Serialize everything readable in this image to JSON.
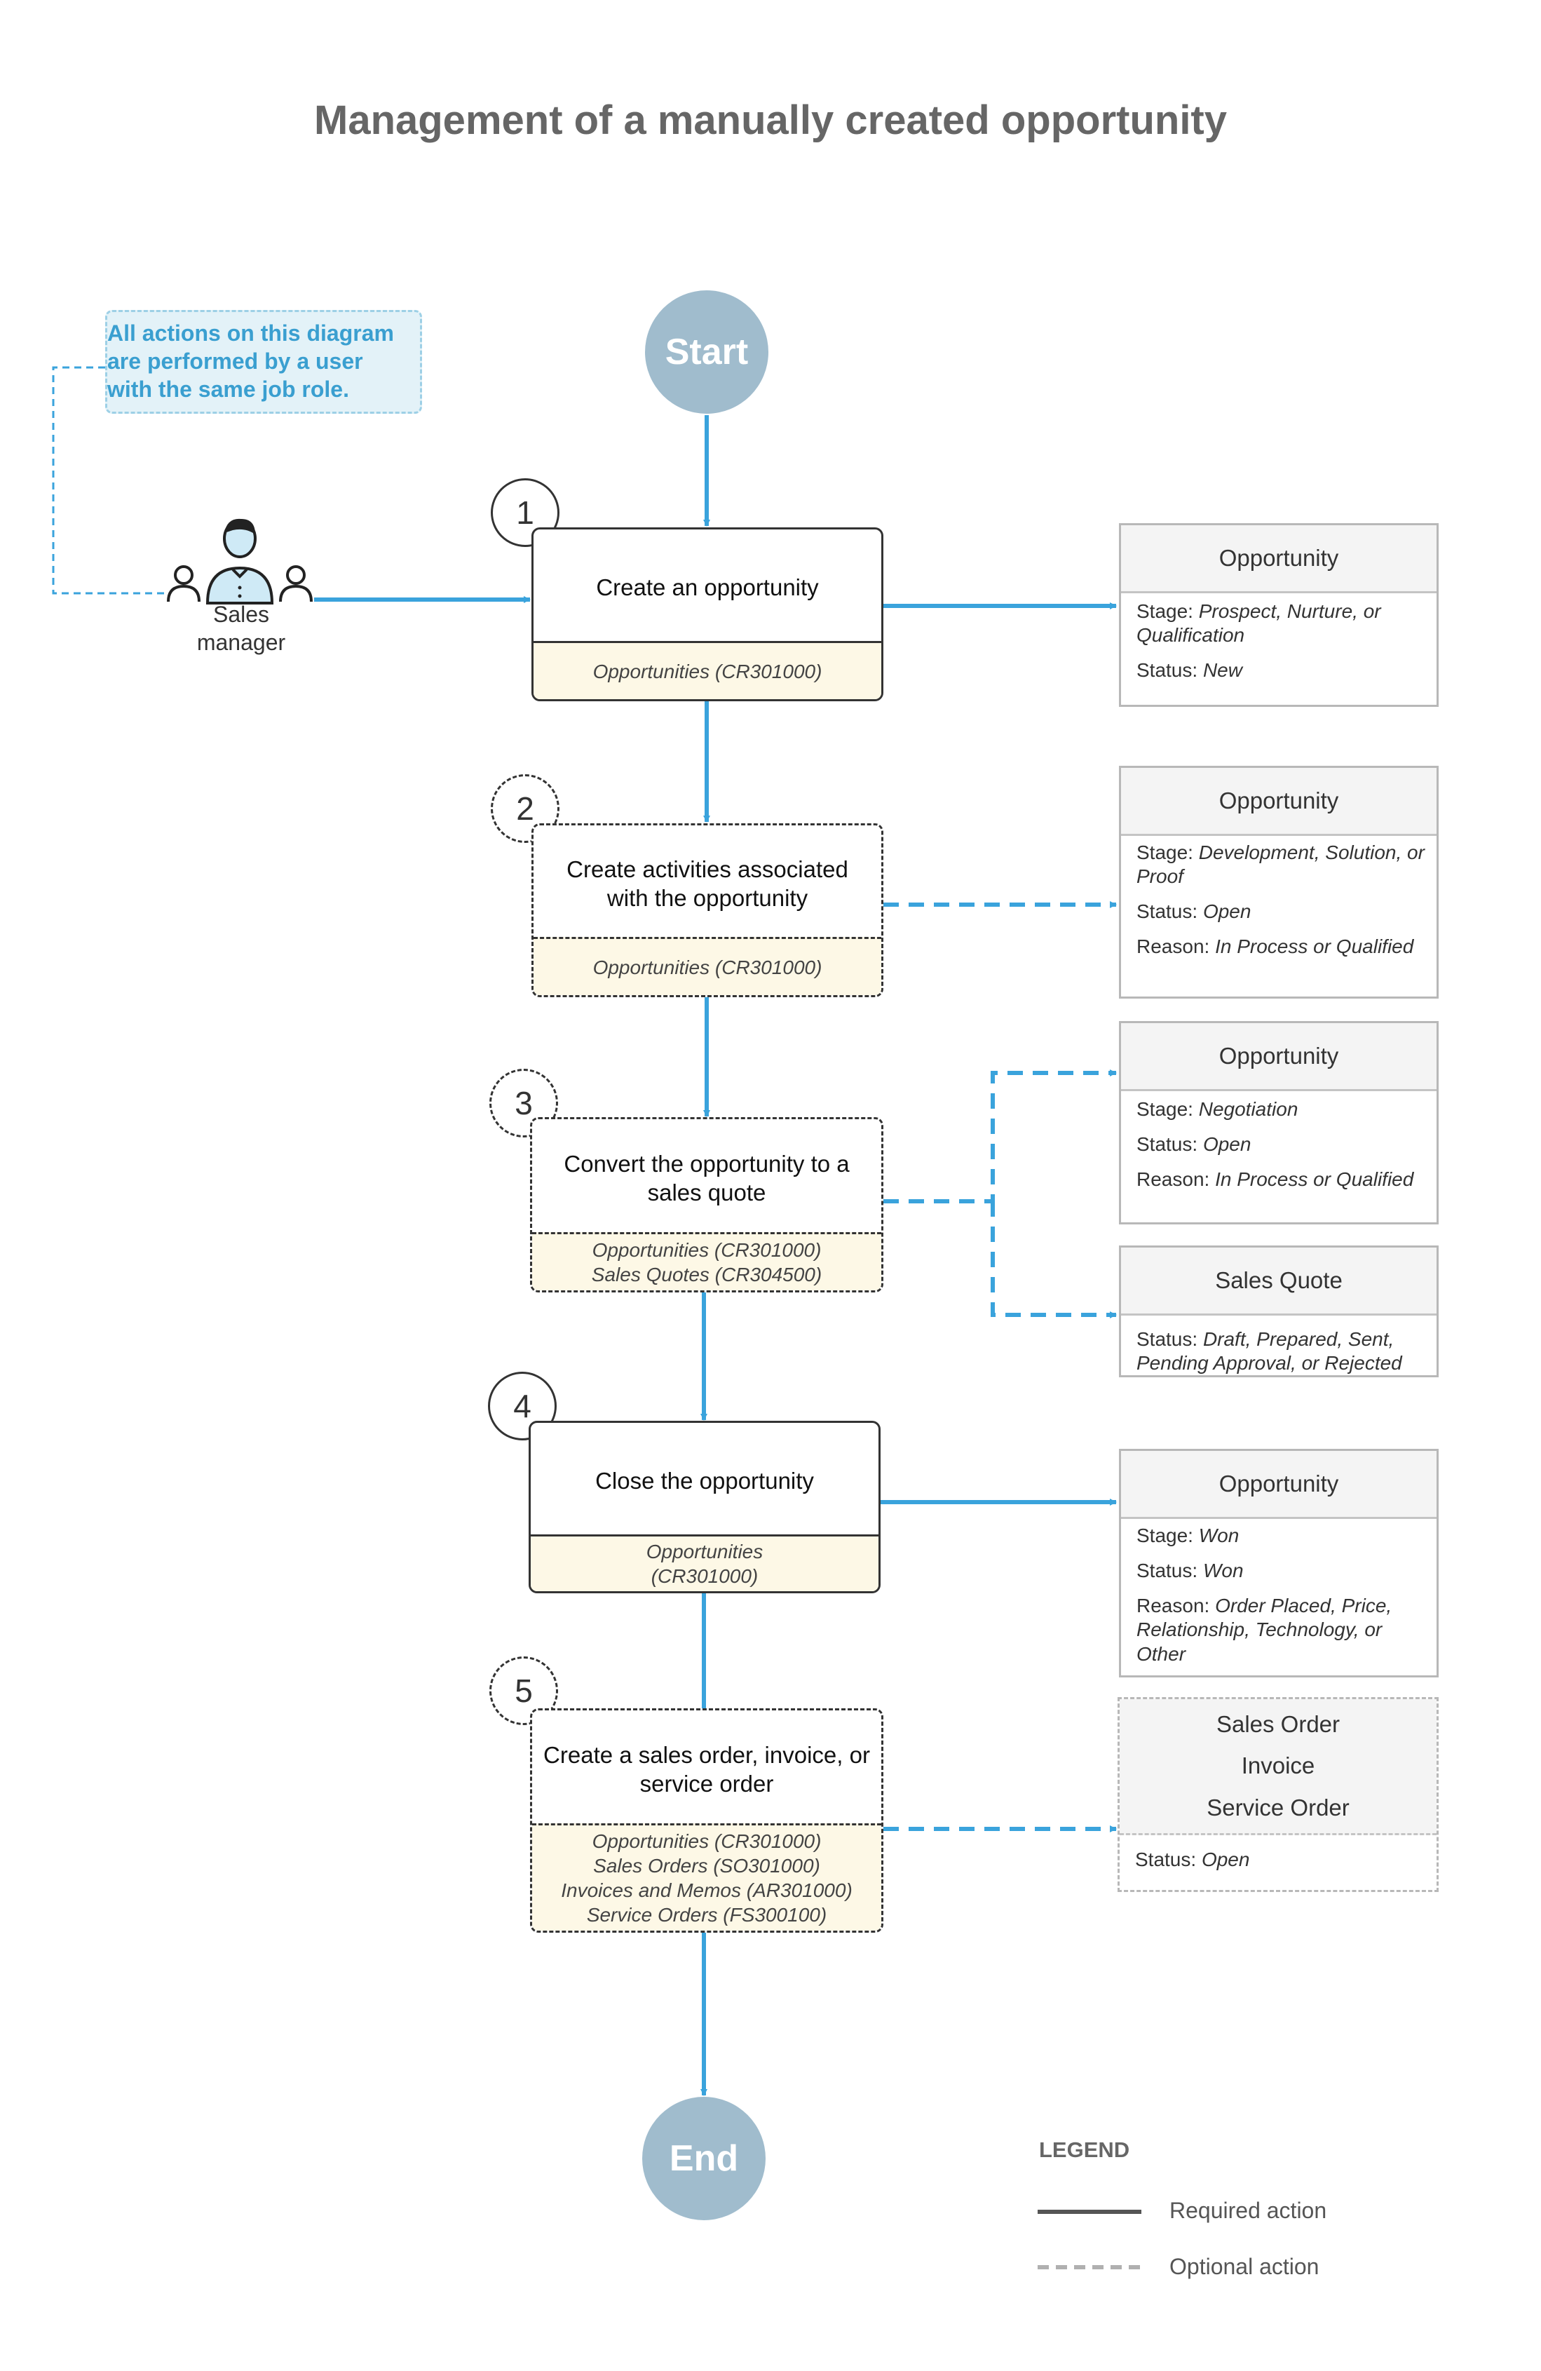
{
  "title": "Management of a manually created opportunity",
  "start_label": "Start",
  "end_label": "End",
  "note": "All actions on this diagram are performed by a user with the same job role.",
  "role": {
    "label_line1": "Sales",
    "label_line2": "manager",
    "icon": "sales-manager-people-icon"
  },
  "steps": [
    {
      "number": "1",
      "label": "Create an opportunity",
      "forms": [
        "Opportunities (CR301000)"
      ],
      "required": true
    },
    {
      "number": "2",
      "label": "Create activities associated with the opportunity",
      "forms": [
        "Opportunities (CR301000)"
      ],
      "required": false
    },
    {
      "number": "3",
      "label": "Convert the opportunity to a sales quote",
      "forms": [
        "Opportunities (CR301000)",
        "Sales Quotes (CR304500)"
      ],
      "required": false
    },
    {
      "number": "4",
      "label": "Close the opportunity",
      "forms": [
        "Opportunities",
        "(CR301000)"
      ],
      "required": true
    },
    {
      "number": "5",
      "label": "Create a sales order, invoice, or service order",
      "forms": [
        "Opportunities  (CR301000)",
        "Sales Orders (SO301000)",
        "Invoices and Memos (AR301000)",
        "Service Orders (FS300100)"
      ],
      "required": false
    }
  ],
  "statuses": [
    {
      "title": "Opportunity",
      "lines": [
        {
          "label": "Stage: ",
          "value": "Prospect, Nurture, or Qualification"
        },
        {
          "label": "Status: ",
          "value": "New"
        }
      ]
    },
    {
      "title": "Opportunity",
      "lines": [
        {
          "label": "Stage: ",
          "value": "Development, Solution, or Proof"
        },
        {
          "label": "Status: ",
          "value": "Open"
        },
        {
          "label": "Reason: ",
          "value": "In Process or Qualified"
        }
      ]
    },
    {
      "title": "Opportunity",
      "lines": [
        {
          "label": "Stage: ",
          "value": "Negotiation"
        },
        {
          "label": "Status: ",
          "value": "Open"
        },
        {
          "label": "Reason: ",
          "value": "In Process or Qualified"
        }
      ]
    },
    {
      "title": "Sales Quote",
      "lines": [
        {
          "label": "Status: ",
          "value": "Draft, Prepared, Sent, Pending Approval, or Rejected"
        }
      ]
    },
    {
      "title": "Opportunity",
      "lines": [
        {
          "label": "Stage: ",
          "value": "Won"
        },
        {
          "label": "Status: ",
          "value": "Won"
        },
        {
          "label": "Reason: ",
          "value": "Order Placed, Price, Relationship, Technology, or Other"
        }
      ]
    },
    {
      "titles": [
        "Sales Order",
        "Invoice",
        "Service Order"
      ],
      "lines": [
        {
          "label": "Status: ",
          "value": "Open"
        }
      ]
    }
  ],
  "legend": {
    "title": "LEGEND",
    "required_label": "Required action",
    "optional_label": "Optional action"
  },
  "colors": {
    "arrow": "#3aa3dc",
    "terminal": "#a0bccd",
    "form_band": "#fdf8e6",
    "note_bg": "#e3f2f8",
    "note_text": "#3a9fd0"
  }
}
